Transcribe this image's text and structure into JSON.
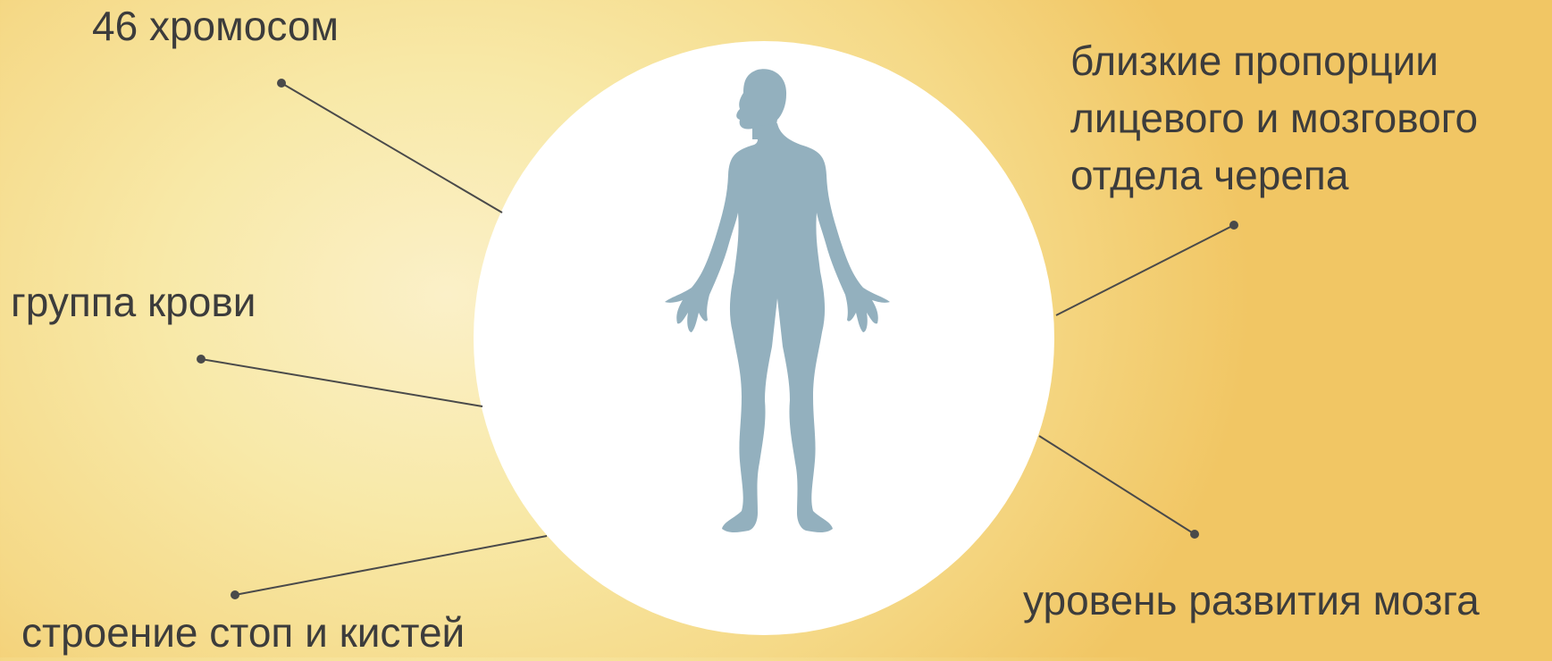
{
  "labels": {
    "chromosomes": "46 хромосом",
    "blood_group": "группа крови",
    "feet_hands": "строение стоп и кистей",
    "skull_line1": "близкие пропорции",
    "skull_line2": "лицевого и мозгового",
    "skull_line3": "отдела черепа",
    "brain": "уровень развития мозга"
  },
  "colors": {
    "silhouette": "#93b0be",
    "text": "#3c3c3c",
    "connector": "#4a4a4a"
  },
  "icons": {
    "center": "human-silhouette-icon"
  }
}
